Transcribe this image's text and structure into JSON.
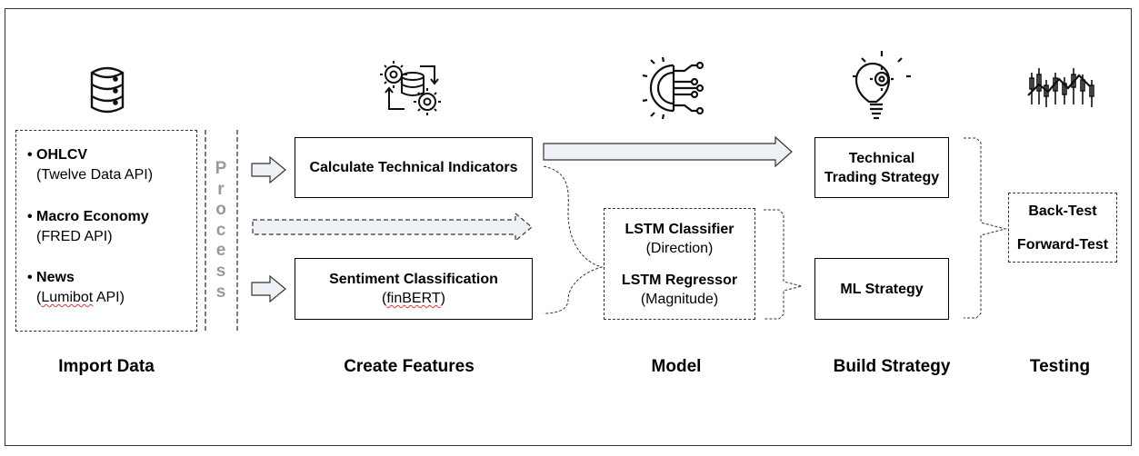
{
  "stages": {
    "import": "Import Data",
    "features": "Create Features",
    "model": "Model",
    "strategy": "Build Strategy",
    "testing": "Testing"
  },
  "import_list": [
    {
      "title": "OHLCV",
      "source": "(Twelve Data API)"
    },
    {
      "title": "Macro Economy",
      "source": "(FRED API)"
    },
    {
      "title": "News",
      "source_prefix": "(",
      "source_word": "Lumibot",
      "source_suffix": " API)"
    }
  ],
  "process_label": [
    "P",
    "r",
    "o",
    "c",
    "e",
    "s",
    "s"
  ],
  "features": {
    "technical": "Calculate Technical Indicators",
    "sentiment_title": "Sentiment Classification",
    "sentiment_sub_prefix": "(",
    "sentiment_sub_word": "finBERT",
    "sentiment_sub_suffix": ")"
  },
  "model": {
    "classifier": "LSTM Classifier",
    "classifier_sub": "(Direction)",
    "regressor": "LSTM Regressor",
    "regressor_sub": "(Magnitude)"
  },
  "strategy": {
    "technical_line1": "Technical",
    "technical_line2": "Trading Strategy",
    "ml": "ML Strategy"
  },
  "testing": {
    "back": "Back-Test",
    "forward": "Forward-Test"
  },
  "icons": [
    "database-icon",
    "data-processing-icon",
    "ai-chip-icon",
    "lightbulb-gear-icon",
    "candlestick-chart-icon"
  ]
}
